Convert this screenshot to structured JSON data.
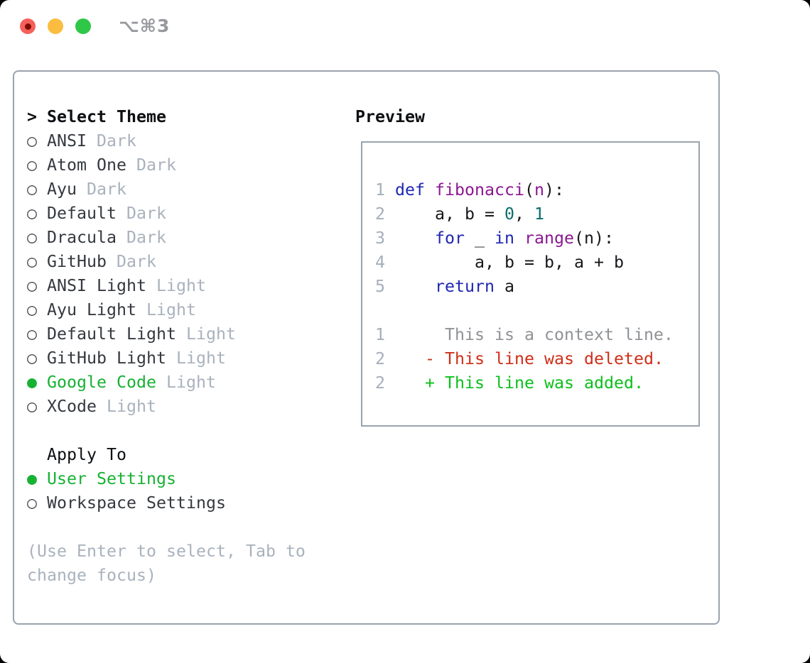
{
  "window": {
    "title": "⌥⌘3",
    "traffic_lights": [
      {
        "id": "close",
        "label": "close"
      },
      {
        "id": "minimize",
        "label": "minimize"
      },
      {
        "id": "maximize",
        "label": "maximize"
      }
    ]
  },
  "theme_dialog": {
    "header_prefix": ">",
    "header_label": "Select Theme",
    "markers": {
      "selected": "●",
      "unselected": "○"
    },
    "themes": [
      {
        "name": "ANSI",
        "tag": "Dark",
        "selected": false
      },
      {
        "name": "Atom One",
        "tag": "Dark",
        "selected": false
      },
      {
        "name": "Ayu",
        "tag": "Dark",
        "selected": false
      },
      {
        "name": "Default",
        "tag": "Dark",
        "selected": false
      },
      {
        "name": "Dracula",
        "tag": "Dark",
        "selected": false
      },
      {
        "name": "GitHub",
        "tag": "Dark",
        "selected": false
      },
      {
        "name": "ANSI Light",
        "tag": "Light",
        "selected": false
      },
      {
        "name": "Ayu Light",
        "tag": "Light",
        "selected": false
      },
      {
        "name": "Default Light",
        "tag": "Light",
        "selected": false
      },
      {
        "name": "GitHub Light",
        "tag": "Light",
        "selected": false
      },
      {
        "name": "Google Code",
        "tag": "Light",
        "selected": true
      },
      {
        "name": "XCode",
        "tag": "Light",
        "selected": false
      }
    ],
    "apply_to_label": "Apply To",
    "apply_options": [
      {
        "name": "User Settings",
        "selected": true
      },
      {
        "name": "Workspace Settings",
        "selected": false
      }
    ],
    "help_lines": [
      "(Use Enter to select, Tab to",
      "change focus)"
    ]
  },
  "preview": {
    "label": "Preview",
    "lines": [
      [
        [
          "ln",
          "1"
        ],
        [
          "pl",
          " "
        ],
        [
          "kw",
          "def"
        ],
        [
          "pl",
          " "
        ],
        [
          "fn",
          "fibonacci"
        ],
        [
          "pl",
          "("
        ],
        [
          "fn",
          "n"
        ],
        [
          "pl",
          "):"
        ]
      ],
      [
        [
          "ln",
          "2"
        ],
        [
          "pl",
          "     a, b = "
        ],
        [
          "lit",
          "0"
        ],
        [
          "pl",
          ", "
        ],
        [
          "lit",
          "1"
        ]
      ],
      [
        [
          "ln",
          "3"
        ],
        [
          "pl",
          "     "
        ],
        [
          "kw",
          "for"
        ],
        [
          "pl",
          " _ "
        ],
        [
          "kw",
          "in"
        ],
        [
          "pl",
          " "
        ],
        [
          "fn",
          "range"
        ],
        [
          "pl",
          "(n):"
        ]
      ],
      [
        [
          "ln",
          "4"
        ],
        [
          "pl",
          "         a, b = b, a + b"
        ]
      ],
      [
        [
          "ln",
          "5"
        ],
        [
          "pl",
          "     "
        ],
        [
          "kw",
          "return"
        ],
        [
          "pl",
          " a"
        ]
      ],
      [],
      [
        [
          "ln",
          "1"
        ],
        [
          "ctx",
          "      This is a context line."
        ]
      ],
      [
        [
          "ln",
          "2"
        ],
        [
          "pl",
          "    "
        ],
        [
          "del",
          "- This line was deleted."
        ]
      ],
      [
        [
          "ln",
          "2"
        ],
        [
          "pl",
          "    "
        ],
        [
          "add",
          "+ This line was added."
        ]
      ]
    ]
  },
  "colors": {
    "--c-red-btn": "#f6605a",
    "--c-red-dot": "#7e0c05",
    "--c-yellow-btn": "#fbbd3f",
    "--c-green-btn": "#2ec747",
    "--c-title": "#97999e",
    "--c-border": "#9aa3ae",
    "--c-header": "#0d0f12",
    "--c-name": "#35393f",
    "--c-marker": "#4b5056",
    "--c-tag": "#a9b2bd",
    "--c-help": "#a9b2bd",
    "--c-selected": "#16b233",
    "--c-plain": "#16181b",
    "--c-kw": "#2028b2",
    "--c-fn": "#8c1793",
    "--c-lit": "#0b6c6c",
    "--c-ln": "#a5aebb",
    "--c-ctx": "#8f9296",
    "--c-del": "#cf2e18",
    "--c-add": "#0cc01c"
  }
}
